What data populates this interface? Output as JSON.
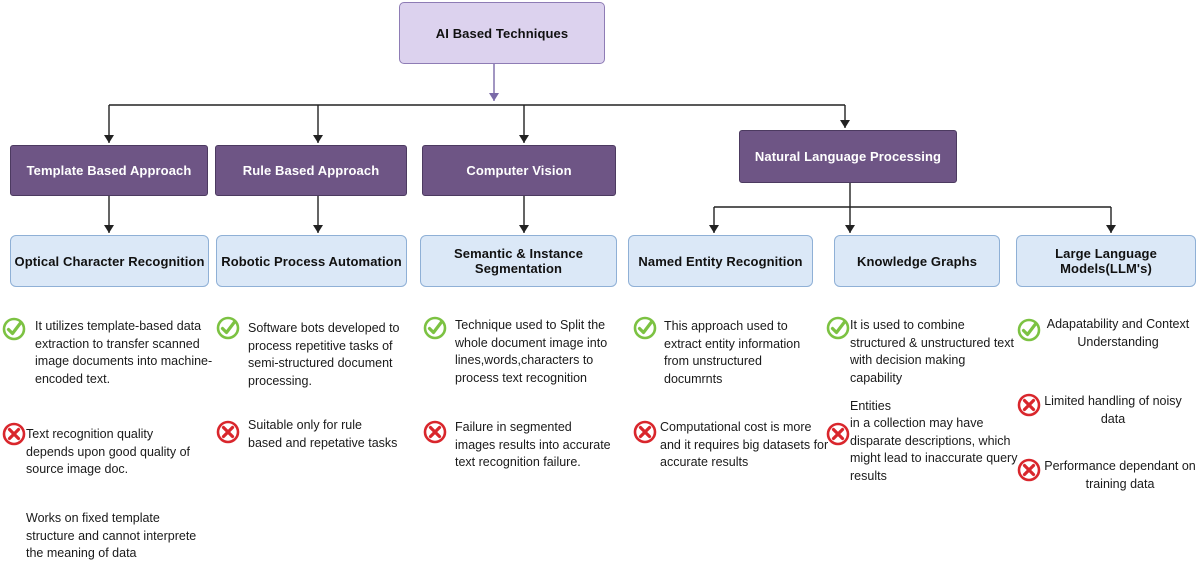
{
  "root": {
    "label": "AI  Based Techniques"
  },
  "categories": [
    {
      "label": "Template Based Approach"
    },
    {
      "label": "Rule Based Approach"
    },
    {
      "label": "Computer Vision"
    },
    {
      "label": "Natural Language Processing"
    }
  ],
  "techniques": [
    {
      "label": "Optical Character Recognition"
    },
    {
      "label": "Robotic Process Automation"
    },
    {
      "label": "Semantic & Instance Segmentation"
    },
    {
      "label": "Named Entity Recognition"
    },
    {
      "label": "Knowledge Graphs"
    },
    {
      "label": "Large Language Models(LLM's)"
    }
  ],
  "notes": {
    "ocr_pro": "It utilizes template-based data extraction to transfer scanned image documents into machine-encoded text.",
    "ocr_con1": "Text recognition quality depends upon good quality of source image doc.",
    "ocr_con2": "Works on fixed template structure and cannot interprete  the meaning of data",
    "rpa_pro": "Software bots developed to process repetitive tasks of semi-structured document processing.",
    "rpa_con": "Suitable only for rule based and repetative tasks",
    "seg_pro": "Technique used to Split the whole document image into lines,words,characters to process text recognition",
    "seg_con": "Failure in segmented images results into accurate text recognition failure.",
    "ner_pro": "This approach used to extract entity information from unstructured documrnts",
    "ner_con": "Computational cost is more and it requires big datasets for accurate results",
    "kg_pro": "It is used to combine structured & unstructured text with decision making capability",
    "kg_con_head": "Entities",
    "kg_con": "in a collection may have disparate descriptions, which might lead to inaccurate query results",
    "llm_pro": "Adapatability and Context Understanding",
    "llm_con1": "Limited handling of noisy data",
    "llm_con2": "Performance dependant on training data"
  },
  "colors": {
    "category_fill": "#6e5585",
    "technique_fill": "#dbe8f7",
    "root_fill": "#dcd2ee",
    "check_icon": "#7cc242",
    "cross_icon": "#d9262c"
  },
  "icons": {
    "pro": "green-check-icon",
    "con": "red-cross-icon"
  }
}
